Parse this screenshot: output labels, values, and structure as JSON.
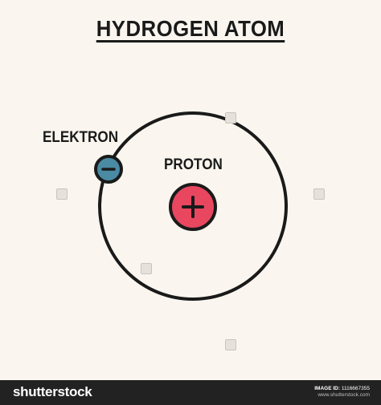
{
  "title": "HYDROGEN ATOM",
  "labels": {
    "electron": "ELEKTRON",
    "proton": "PROTON"
  },
  "particles": {
    "electron_symbol": "−",
    "proton_symbol": "+"
  },
  "colors": {
    "background": "#faf6ef",
    "orbit": "#1a1a1a",
    "electron_fill": "#4a8aa3",
    "proton_fill": "#e8475f",
    "footer_background": "#222222"
  },
  "footer": {
    "brand": "shutterstock",
    "image_id_label": "IMAGE ID:",
    "image_id_value": "1116667355",
    "site": "www.shutterstock.com"
  }
}
